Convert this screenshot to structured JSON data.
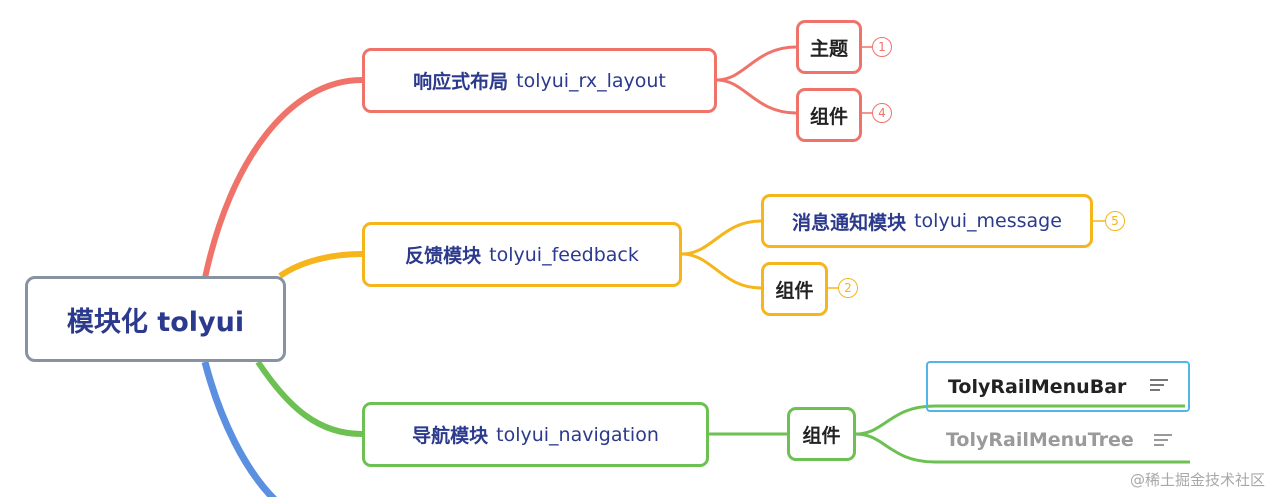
{
  "root": {
    "label": "模块化 tolyui"
  },
  "branches": [
    {
      "cn": "响应式布局",
      "en": "tolyui_rx_layout",
      "color": "#f0736a",
      "children": [
        {
          "label": "主题",
          "badge": "1"
        },
        {
          "label": "组件",
          "badge": "4"
        }
      ]
    },
    {
      "cn": "反馈模块",
      "en": "tolyui_feedback",
      "color": "#f5b51b",
      "children": [
        {
          "cn": "消息通知模块",
          "en": "tolyui_message",
          "badge": "5"
        },
        {
          "label": "组件",
          "badge": "2"
        }
      ]
    },
    {
      "cn": "导航模块",
      "en": "tolyui_navigation",
      "color": "#6cc152",
      "children": [
        {
          "label": "组件",
          "children": [
            {
              "label": "TolyRailMenuBar",
              "selected": true,
              "notes_icon": "notes-icon"
            },
            {
              "label": "TolyRailMenuTree",
              "selected": false,
              "notes_icon": "notes-icon"
            }
          ]
        }
      ]
    }
  ],
  "root_link_colors": [
    "#f0736a",
    "#f5b51b",
    "#6cc152",
    "#5b8fe0"
  ],
  "selection_color": "#4fb6e8",
  "watermark": "@稀土掘金技术社区"
}
